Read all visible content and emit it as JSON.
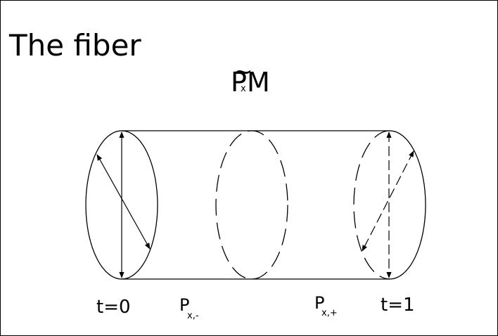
{
  "slide": {
    "title": "The fiber",
    "formula": {
      "tilde": "~",
      "main": "P",
      "subscript": "x",
      "suffix": "M"
    },
    "labels": {
      "t_start": "t=0",
      "t_end": "t=1",
      "p_minus": {
        "main": "P",
        "sub": "x,-"
      },
      "p_plus": {
        "main": "P",
        "sub": "x,+"
      }
    }
  },
  "colors": {
    "stroke": "#000000",
    "background": "#ffffff"
  }
}
